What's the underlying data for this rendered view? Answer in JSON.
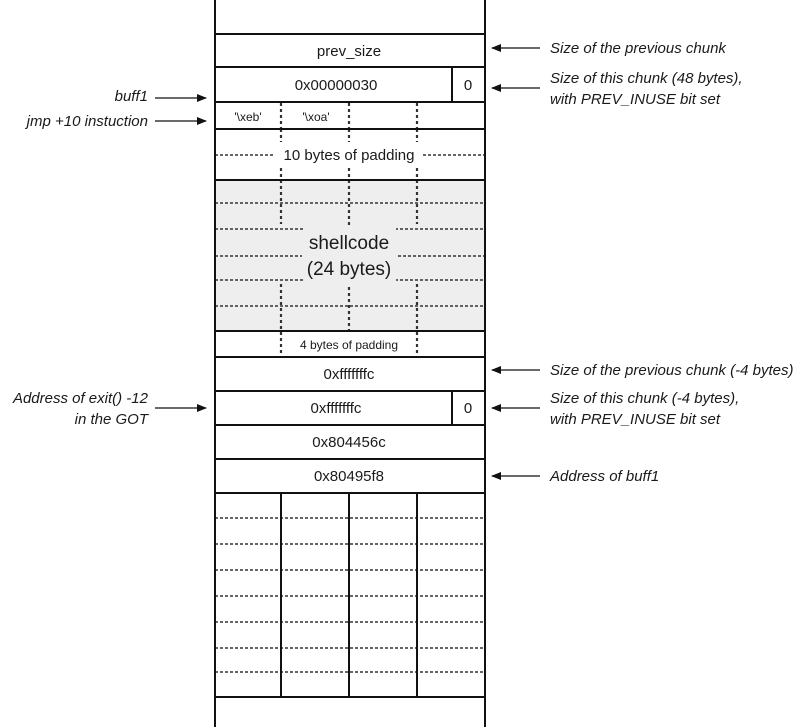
{
  "cells": {
    "prev_size": "prev_size",
    "size_1": "0x00000030",
    "prev_inuse_1": "0",
    "byte_1": "'\\xeb'",
    "byte_2": "'\\xoa'",
    "padding_10": "10 bytes of padding",
    "shellcode_line1": "shellcode",
    "shellcode_line2": "(24 bytes)",
    "padding_4": "4 bytes of padding",
    "prev_size_2": "0xfffffffc",
    "size_2": "0xfffffffc",
    "prev_inuse_2": "0",
    "fd": "0x804456c",
    "bk": "0x80495f8"
  },
  "left_labels": {
    "buff1": "buff1",
    "jmp": "jmp +10 instuction",
    "exit_line1": "Address of exit() -12",
    "exit_line2": "in the GOT"
  },
  "right_labels": {
    "prev_chunk": "Size of the previous chunk",
    "this_chunk_line1": "Size of this chunk (48 bytes),",
    "this_chunk_line2": "with PREV_INUSE bit set",
    "prev_chunk_neg": "Size of the previous chunk (-4 bytes)",
    "this_chunk_neg_line1": "Size of this chunk (-4 bytes),",
    "this_chunk_neg_line2": "with PREV_INUSE bit set",
    "buff1_addr": "Address of buff1"
  }
}
